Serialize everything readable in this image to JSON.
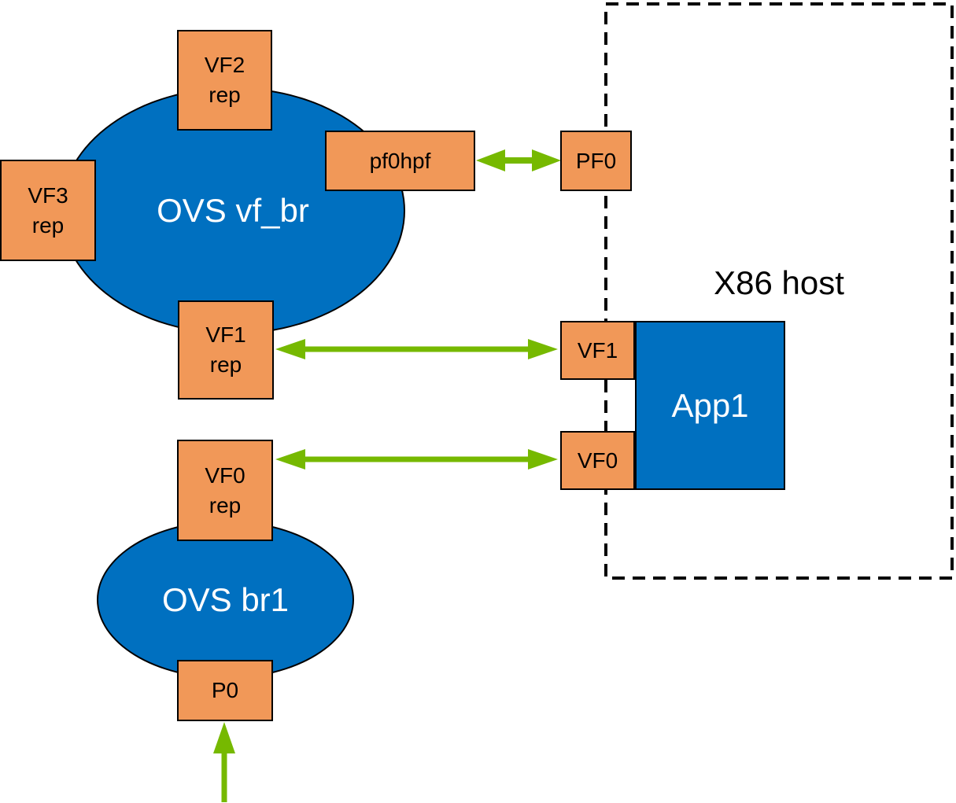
{
  "colors": {
    "bridge_fill": "#0070C0",
    "port_fill": "#F19858",
    "arrow_green": "#76B900",
    "outline": "#000000",
    "text_dark": "#000000",
    "text_light": "#FFFFFF"
  },
  "bridges": {
    "vf_br": {
      "label": "OVS vf_br"
    },
    "br1": {
      "label": "OVS br1"
    }
  },
  "ports": {
    "vf2_rep": {
      "line1": "VF2",
      "line2": "rep"
    },
    "vf3_rep": {
      "line1": "VF3",
      "line2": "rep"
    },
    "vf1_rep": {
      "line1": "VF1",
      "line2": "rep"
    },
    "vf0_rep": {
      "line1": "VF0",
      "line2": "rep"
    },
    "pf0hpf": {
      "label": "pf0hpf"
    },
    "p0": {
      "label": "P0"
    }
  },
  "host": {
    "label": "X86 host",
    "pf0": {
      "label": "PF0"
    },
    "vf1": {
      "label": "VF1"
    },
    "vf0": {
      "label": "VF0"
    },
    "app1": {
      "label": "App1"
    }
  },
  "connections": [
    {
      "from": "pf0hpf",
      "to": "PF0",
      "bidirectional": true
    },
    {
      "from": "VF1 rep",
      "to": "VF1",
      "bidirectional": true
    },
    {
      "from": "VF0 rep",
      "to": "VF0",
      "bidirectional": true
    },
    {
      "from": "uplink (bottom edge)",
      "to": "P0",
      "bidirectional": false
    }
  ]
}
